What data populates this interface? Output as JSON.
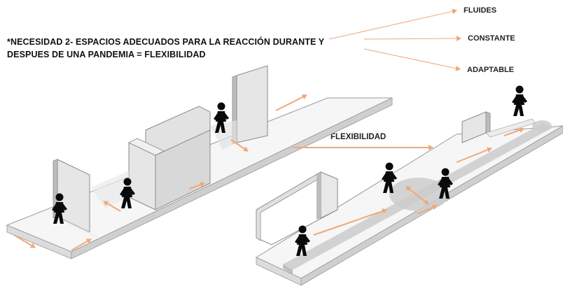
{
  "heading": {
    "line1": "*NECESIDAD 2- ESPACIOS ADECUADOS PARA LA REACCIÓN DURANTE Y",
    "line2": "DESPUES DE UNA PANDEMIA  =  FLEXIBILIDAD"
  },
  "keywords": [
    "FLUIDES",
    "CONSTANTE",
    "ADAPTABLE"
  ],
  "center_label": "FLEXIBILIDAD",
  "colors": {
    "arrow": "#f0a878",
    "slab_top": "#f6f6f6",
    "slab_side": "#d6d6d6",
    "wall_front": "#e2e2e2",
    "wall_side": "#bdbdbd",
    "path_strip": "#cfcfcf",
    "figure": "#0a0a0a"
  }
}
